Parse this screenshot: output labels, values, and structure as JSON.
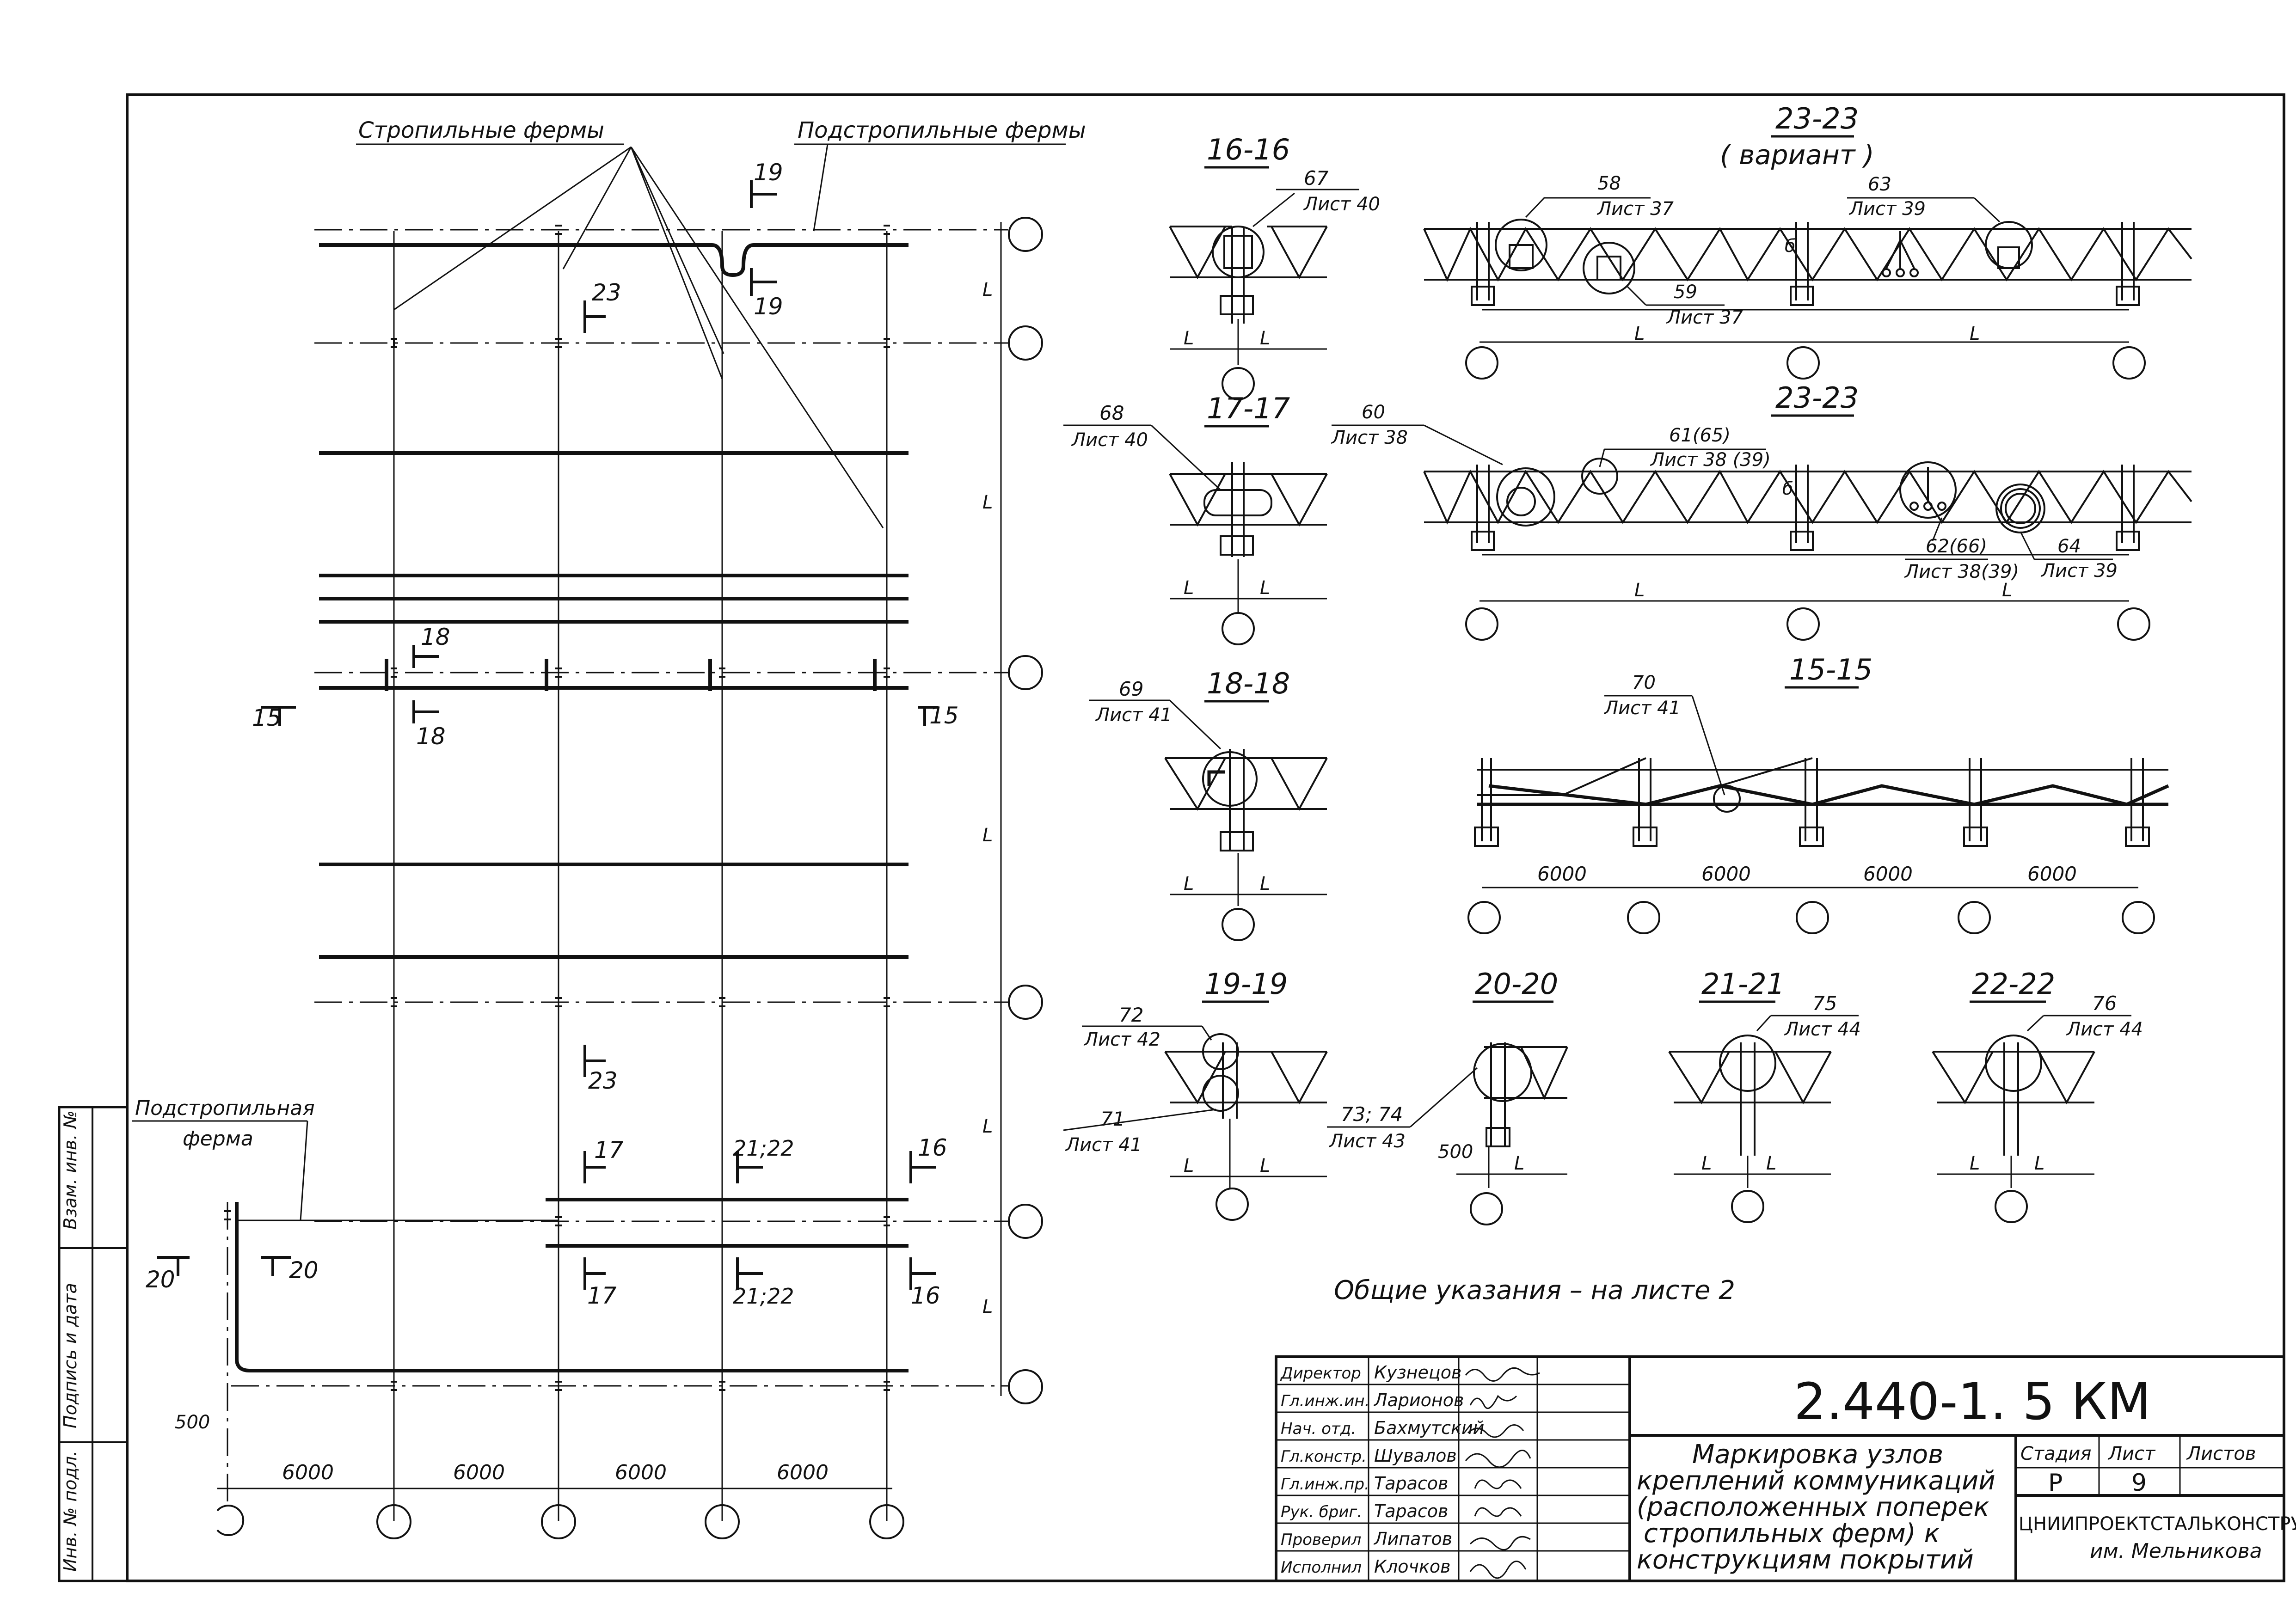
{
  "plan": {
    "label_rafter_trusses": "Стропильные фермы",
    "label_sub_rafter_trusses": "Подстропильные фермы",
    "label_sub_rafter_truss_1": "Подстропильная",
    "label_sub_rafter_truss_2": "ферма",
    "span_labels": [
      "6000",
      "6000",
      "6000",
      "6000"
    ],
    "spacing_label": "L",
    "dim_500": "500",
    "section_marks": {
      "s19": "19",
      "s23": "23",
      "s18": "18",
      "s15": "15",
      "s17": "17",
      "s2122": "21;22",
      "s16": "16",
      "s20": "20"
    }
  },
  "sections": {
    "s16": {
      "title": "16-16",
      "node": "67",
      "sheet": "Лист 40"
    },
    "s17": {
      "title": "17-17",
      "node": "68",
      "sheet": "Лист 40"
    },
    "s18": {
      "title": "18-18",
      "node": "69",
      "sheet": "Лист 41"
    },
    "s19": {
      "title": "19-19",
      "node_a": "72",
      "sheet_a": "Лист 42",
      "node_b": "71",
      "sheet_b": "Лист 41"
    },
    "s20": {
      "title": "20-20",
      "node": "73; 74",
      "sheet": "Лист 43",
      "dim": "500"
    },
    "s21": {
      "title": "21-21",
      "node": "75",
      "sheet": "Лист 44"
    },
    "s22": {
      "title": "22-22",
      "node": "76",
      "sheet": "Лист 44"
    },
    "s23v": {
      "title": "23-23",
      "subtitle": "( вариант )",
      "n58": "58",
      "sh58": "Лист 37",
      "n63": "63",
      "sh63": "Лист 39",
      "n59": "59",
      "sh59": "Лист 37"
    },
    "s23": {
      "title": "23-23",
      "n60": "60",
      "sh60": "Лист 38",
      "n61": "61(65)",
      "sh61": "Лист 38 (39)",
      "n62": "62(66)",
      "sh62": "Лист 38(39)",
      "n64": "64",
      "sh64": "Лист 39"
    },
    "s15": {
      "title": "15-15",
      "node": "70",
      "sheet": "Лист 41",
      "spans": [
        "6000",
        "6000",
        "6000",
        "6000"
      ]
    },
    "b_label": "б"
  },
  "notes": "Общие указания – на листе 2",
  "side_stamp": [
    "Взам. инв. №",
    "Подпись и дата",
    "Инв. № подл."
  ],
  "title_block": {
    "roles": [
      "Директор",
      "Гл.инж.ин.",
      "Нач. отд.",
      "Гл.констр.",
      "Гл.инж.пр.",
      "Рук. бриг.",
      "Проверил",
      "Исполнил"
    ],
    "names": [
      "Кузнецов",
      "Ларионов",
      "Бахмутский",
      "Шувалов",
      "Тарасов",
      "Тарасов",
      "Липатов",
      "Клочков"
    ],
    "code": "2.440-1. 5 КМ",
    "title_lines": [
      "Маркировка узлов",
      "креплений коммуникаций",
      "(расположенных поперек",
      "стропильных ферм) к",
      "конструкциям покрытий"
    ],
    "h_stage": "Стадия",
    "h_sheet": "Лист",
    "h_sheets": "Листов",
    "stage": "Р",
    "sheet": "9",
    "sheets": "",
    "org_1": "ЦНИИПРОЕКТСТАЛЬКОНСТРУКЦИЯ",
    "org_2": "им. Мельникова"
  }
}
